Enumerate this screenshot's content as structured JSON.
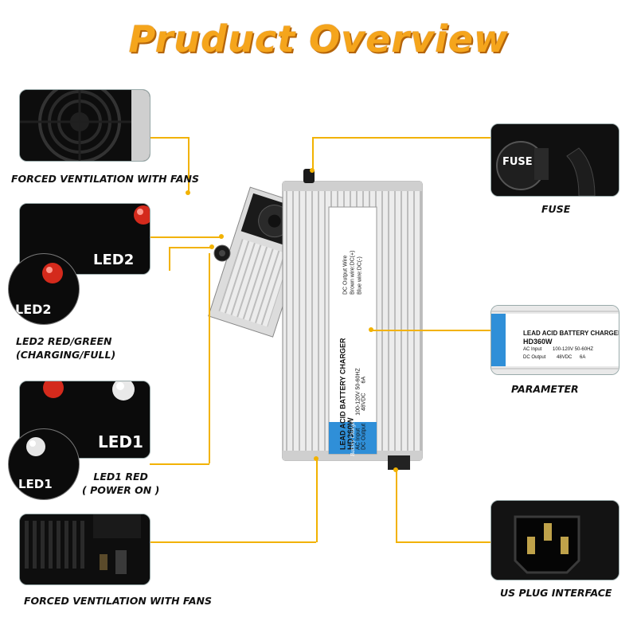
{
  "title": "Pruduct Overview",
  "labels": {
    "fans_top": "FORCED VENTILATION WITH FANS",
    "led2_line1": "LED2 RED/GREEN",
    "led2_line2": "(CHARGING/FULL)",
    "led1_line1": "LED1 RED",
    "led1_line2": "( POWER ON )",
    "fans_bottom": "FORCED VENTILATION WITH FANS",
    "fuse": "FUSE",
    "parameter": "PARAMETER",
    "us_plug": "US PLUG INTERFACE"
  },
  "photo_text": {
    "led2": "LED2",
    "led1": "LED1",
    "fuse": "FUSE"
  },
  "device_label": {
    "product": "LEAD ACID BATTERY CHARGER",
    "model": "HD360W",
    "ac_input": "AC Input",
    "ac_value": "100-120V 50-60HZ",
    "dc_output": "DC Output",
    "dc_value": "48VDC",
    "dc_amps": "6A",
    "wire1": "DC Output Wire",
    "wire2": "Brown wire:DC(+)",
    "wire3": "Blue wire:DC(-)",
    "badge": "Battery Charger"
  },
  "colors": {
    "accent": "#f2b200",
    "title": "#f5a51c",
    "led_red": "#d42a1c",
    "badge_blue": "#2f8fd8"
  }
}
